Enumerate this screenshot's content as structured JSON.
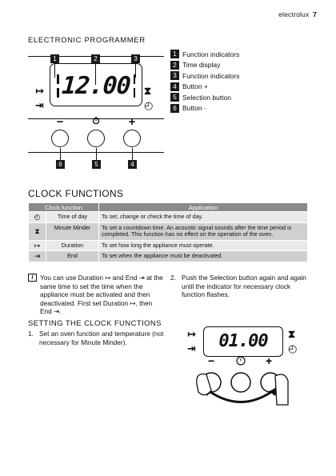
{
  "header": {
    "brand": "electrolux",
    "page": "7"
  },
  "programmer": {
    "title": "ELECTRONIC PROGRAMMER",
    "display_value": "12.00",
    "top_numbers": [
      "1",
      "2",
      "3"
    ],
    "bottom_numbers": [
      "6",
      "5",
      "4"
    ],
    "controls": [
      "−",
      "⏱",
      "+"
    ],
    "legend": [
      {
        "num": "1",
        "label": "Function indicators"
      },
      {
        "num": "2",
        "label": "Time display"
      },
      {
        "num": "3",
        "label": "Function indicators"
      },
      {
        "num": "4",
        "label": "Button +"
      },
      {
        "num": "5",
        "label": "Selection button"
      },
      {
        "num": "6",
        "label": "Button -"
      }
    ]
  },
  "clock": {
    "title": "CLOCK FUNCTIONS",
    "headers": [
      "Clock function",
      "Application"
    ],
    "rows": [
      {
        "icon": "◴",
        "name": "Time of day",
        "app": "To set, change or check the time of day."
      },
      {
        "icon": "⧗",
        "name": "Minute Minder",
        "app": "To set a countdown time. An acoustic signal sounds after the time period is completed. This function has no effect on the operation of the oven."
      },
      {
        "icon": "↦",
        "name": "Duration",
        "app": "To set how long the appliance must operate."
      },
      {
        "icon": "⇥",
        "name": "End",
        "app": "To set when the appliance must be deactivated."
      }
    ]
  },
  "note": {
    "text": "You can use Duration ↦ and End ⇥ at the same time to set the time when the appliance must be activated and then deactivated. First set Duration ↦, then End ⇥."
  },
  "setting": {
    "title": "SETTING THE CLOCK FUNCTIONS",
    "steps": [
      {
        "n": "1.",
        "text": "Set an oven function and temperature (not necessary for Minute Minder)."
      },
      {
        "n": "2.",
        "text": "Push the Selection button again and again until the indicator for necessary clock function flashes."
      }
    ],
    "display_value": "01.00"
  },
  "icons": {
    "duration": "↦",
    "end": "⇥",
    "hourglass": "⧗",
    "clock": "◴"
  }
}
